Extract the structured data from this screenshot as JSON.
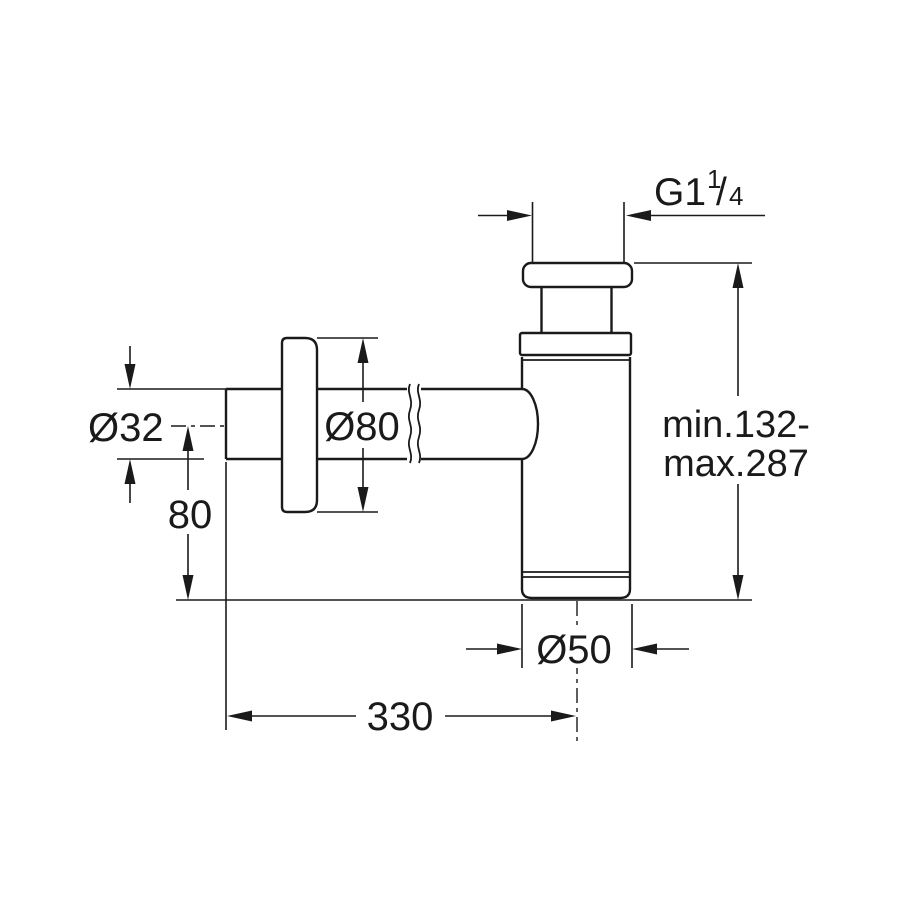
{
  "drawing": {
    "background_color": "#ffffff",
    "line_color": "#1a1a1a",
    "labels": {
      "thread_size": {
        "base": "G1",
        "numerator": "1",
        "slash": "/",
        "denominator": "4"
      },
      "inlet_pipe_diameter": "Ø32",
      "wall_flange_diameter": "Ø80",
      "body_diameter": "Ø50",
      "wall_to_center_offset": "80",
      "projection_length": "330",
      "height_range_line1": "min.132-",
      "height_range_line2": "max.287"
    }
  }
}
